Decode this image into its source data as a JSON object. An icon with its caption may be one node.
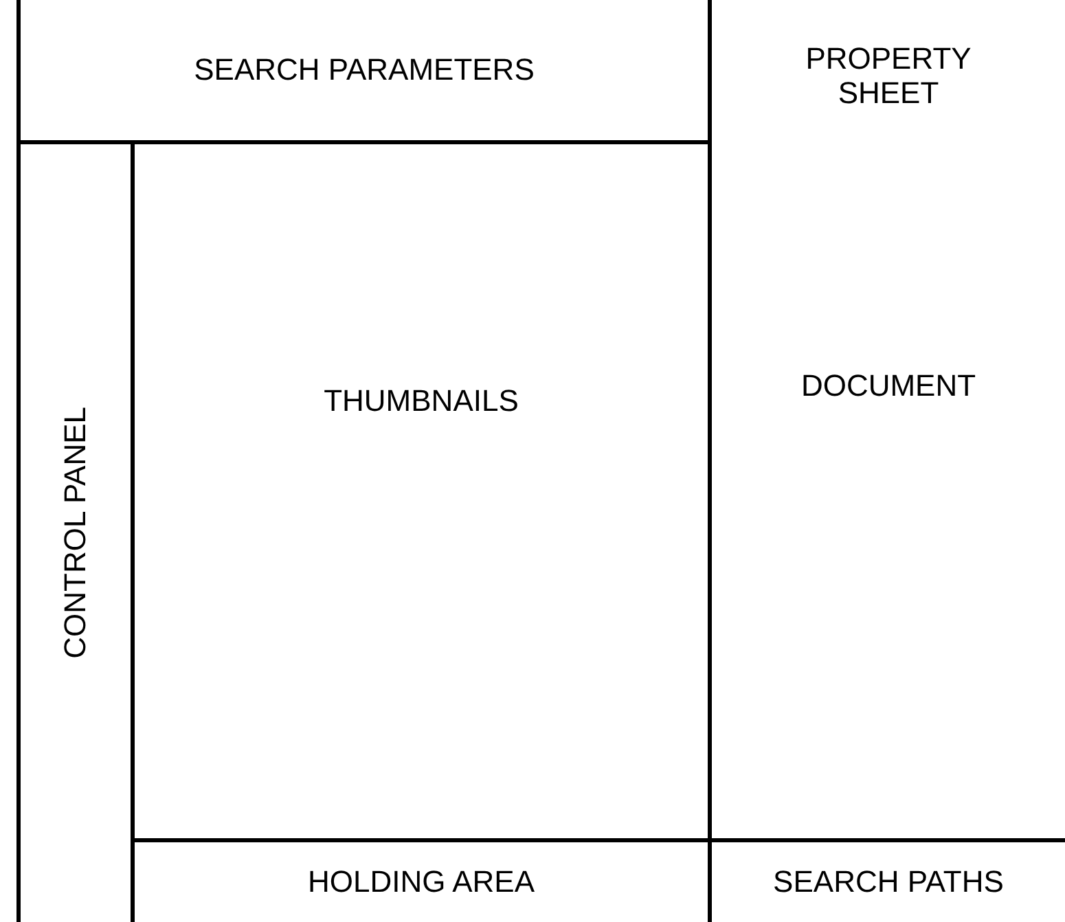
{
  "diagram": {
    "nodes": [
      {
        "text": [
          "SEARCH PARAMETERS"
        ]
      },
      {
        "text": [
          "PROPERTY SHEET",
          "DOCUMENT"
        ]
      },
      {
        "text": [
          "CONTROL PANEL"
        ]
      },
      {
        "text": [
          "THUMBNAILS"
        ]
      },
      {
        "text": [
          "HOLDING AREA"
        ]
      },
      {
        "text": [
          "SEARCH PATHS"
        ]
      }
    ]
  }
}
